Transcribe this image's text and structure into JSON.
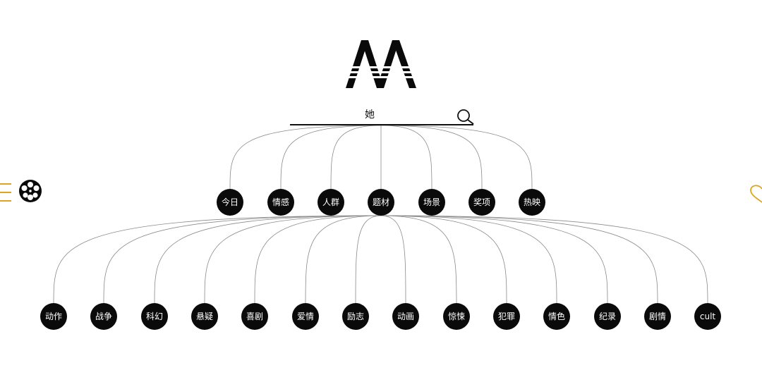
{
  "search": {
    "value": "她"
  },
  "level1": [
    "今日",
    "情感",
    "人群",
    "题材",
    "场景",
    "奖项",
    "热映"
  ],
  "level2": [
    "动作",
    "战争",
    "科幻",
    "悬疑",
    "喜剧",
    "爱情",
    "励志",
    "动画",
    "惊悚",
    "犯罪",
    "情色",
    "纪录",
    "剧情",
    "cult"
  ],
  "expanded_node": "题材",
  "icons": {
    "logo": "m-logo",
    "search": "search-icon",
    "menu": "menu-icon",
    "reel": "film-reel-icon",
    "favorite": "heart-icon"
  },
  "colors": {
    "node_fill": "#0a0a0a",
    "node_text": "#ffffff",
    "link_stroke": "#8a8a8a",
    "accent": "#e0a520"
  }
}
